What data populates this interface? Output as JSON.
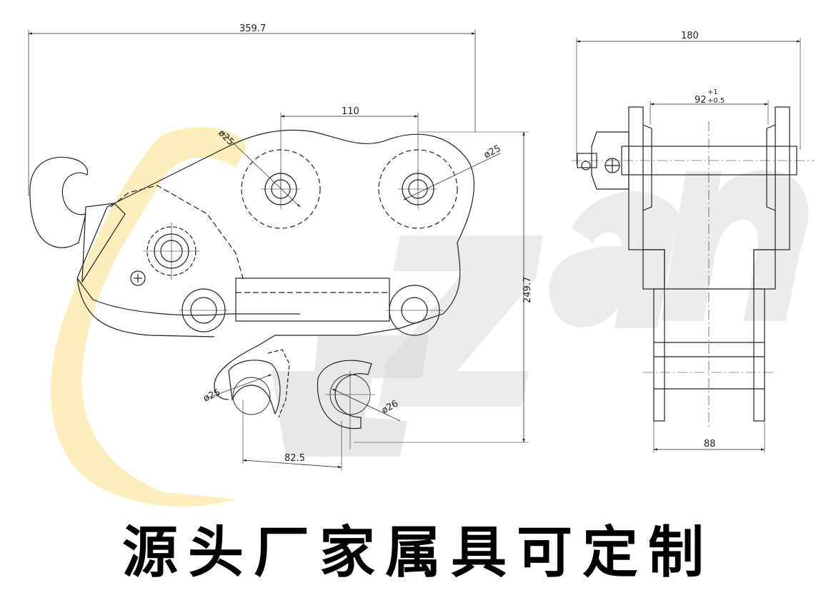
{
  "watermark": {
    "text": "Ezan",
    "color_main": "#c8c8c8",
    "color_accent": "#f7d970"
  },
  "drawing": {
    "side_view": {
      "dim_overall_width": "359.7",
      "dim_pin_spacing": "110",
      "dim_pin_dia_left": "ø25",
      "dim_pin_dia_right": "ø25",
      "dim_height": "249.7",
      "dim_lower_pin_dia": "ø25",
      "dim_hook_dia": "ø26",
      "dim_lower_spacing": "82.5"
    },
    "front_view": {
      "dim_overall_width": "180",
      "dim_inner_width_base": "92",
      "dim_inner_tol_upper": "+1",
      "dim_inner_tol_lower": "+0.5",
      "dim_bottom_width": "88"
    }
  },
  "banner": {
    "text": "源头厂家属具可定制"
  }
}
